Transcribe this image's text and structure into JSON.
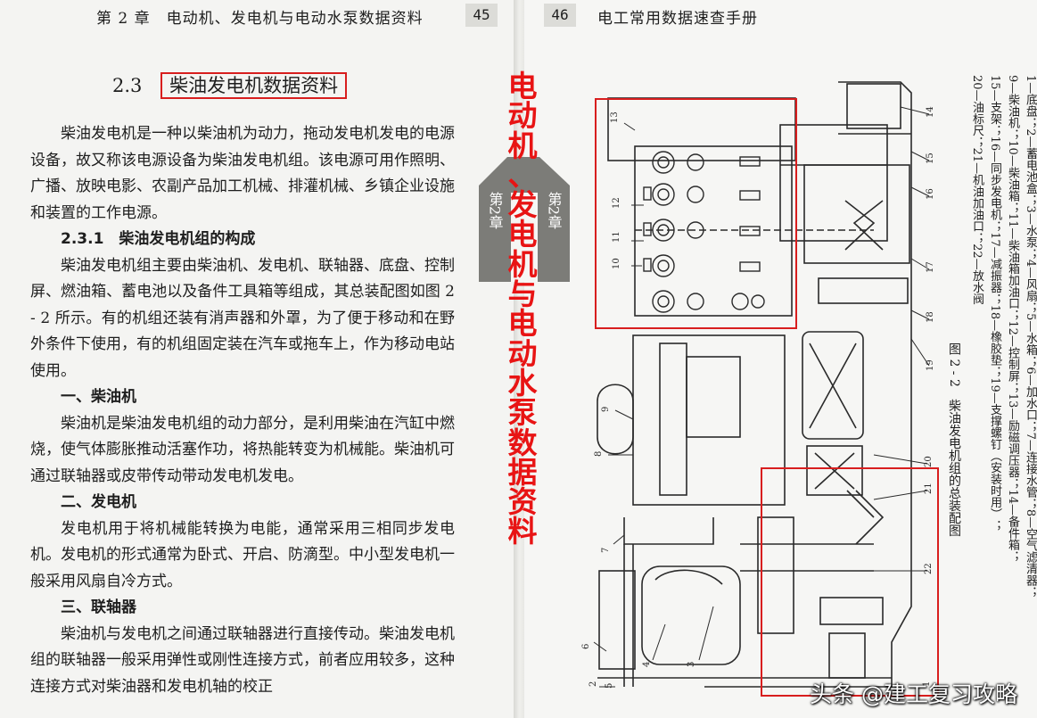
{
  "left_page": {
    "running_head": "第 2 章　电动机、发电机与电动水泵数据资料",
    "page_number": "45",
    "section": {
      "number": "2.3",
      "title": "柴油发电机数据资料"
    },
    "paragraphs": [
      {
        "type": "p",
        "text": "柴油发电机是一种以柴油机为动力，拖动发电机发电的电源设备，故又称该电源设备为柴油发电机组。该电源可用作照明、广播、放映电影、农副产品加工机械、排灌机械、乡镇企业设施和装置的工作电源。"
      },
      {
        "type": "h",
        "text": "2.3.1　柴油发电机组的构成"
      },
      {
        "type": "p",
        "text": "柴油发电机组主要由柴油机、发电机、联轴器、底盘、控制屏、燃油箱、蓄电池以及备件工具箱等组成，其总装配图如图 2 - 2 所示。有的机组还装有消声器和外罩，为了便于移动和在野外条件下使用，有的机组固定装在汽车或拖车上，作为移动电站使用。"
      },
      {
        "type": "h",
        "text": "一、柴油机"
      },
      {
        "type": "p",
        "text": "柴油机是柴油发电机组的动力部分，是利用柴油在汽缸中燃烧，使气体膨胀推动活塞作功，将热能转变为机械能。柴油机可通过联轴器或皮带传动带动发电机发电。"
      },
      {
        "type": "h",
        "text": "二、发电机"
      },
      {
        "type": "p",
        "text": "发电机用于将机械能转换为电能，通常采用三相同步发电机。发电机的形式通常为卧式、开启、防滴型。中小型发电机一般采用风扇自冷方式。"
      },
      {
        "type": "h",
        "text": "三、联轴器"
      },
      {
        "type": "p",
        "text": "柴油机与发电机之间通过联轴器进行直接传动。柴油发电机组的联轴器一般采用弹性或刚性连接方式，前者应用较多，这种连接方式对柴油器和发电机轴的校正"
      }
    ]
  },
  "chapter_tab": {
    "left_label": "第2章",
    "right_label": "第2章"
  },
  "red_overlay_text": "电动机、发电机与电动水泵数据资料",
  "right_page": {
    "running_head": "电工常用数据速查手册",
    "page_number": "46",
    "figure": {
      "part_numbers": [
        "1",
        "2",
        "3",
        "4",
        "5",
        "6",
        "7",
        "8",
        "9",
        "10",
        "11",
        "12",
        "13",
        "14",
        "15",
        "16",
        "17",
        "18",
        "19",
        "20",
        "21",
        "22"
      ]
    },
    "caption": {
      "title": "图 2 - 2　柴油发电机组的总装配图",
      "lines": [
        "1—底盘；2—蓄电池盒；3—水泵；4—风扇；5—水箱；6—加水口；7—连接水管；8—空气滤清器；",
        "9—柴油机；10—柴油箱；11—柴油箱加油口；12—控制屏；13—励磁调压器；14—备件箱；",
        "15—支架；16—同步发电机；17—减振器；18—橡胶垫；19—支撑螺钉（安装时用）；",
        "20—油标尺；21—机油加油口；22—放水阀"
      ]
    }
  },
  "watermark": "头条 @建工复习攻略",
  "colors": {
    "highlight_red": "#d81e1e",
    "overlay_red": "#e81414",
    "tab_gray": "#7c7c78",
    "ink": "#1e1e1e"
  }
}
